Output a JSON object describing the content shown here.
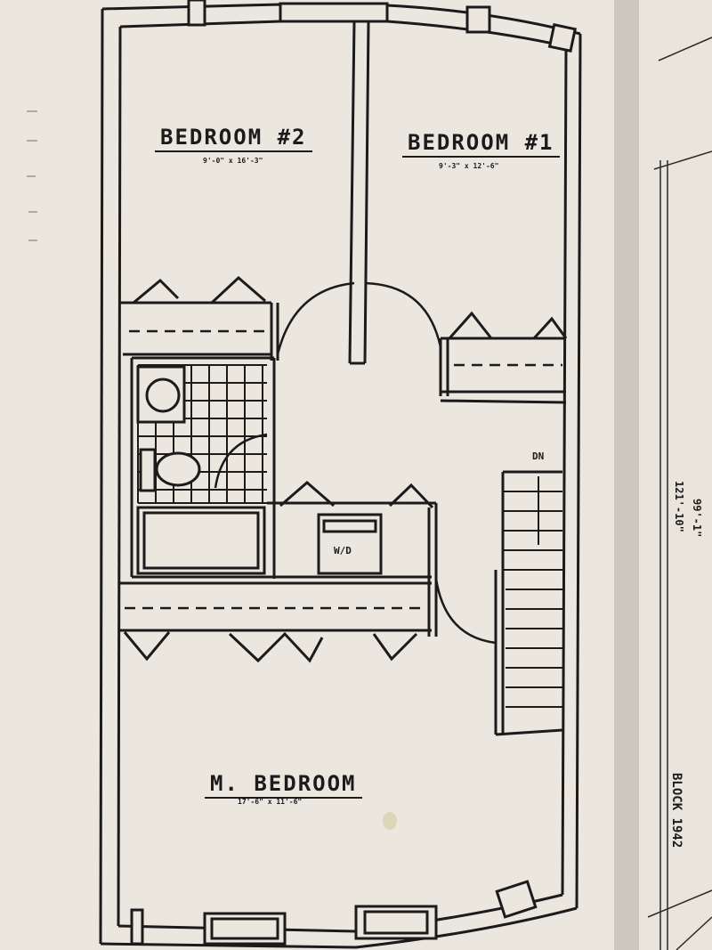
{
  "rooms": {
    "bedroom2": {
      "name": "BEDROOM #2",
      "dims": "9'-0\" x 16'-3\""
    },
    "bedroom1": {
      "name": "BEDROOM #1",
      "dims": "9'-3\" x 12'-6\""
    },
    "master": {
      "name": "M. BEDROOM",
      "dims": "17'-6\" x 11'-6\""
    }
  },
  "labels": {
    "washer_dryer": "W/D",
    "stair_down": "DN",
    "block": "BLOCK 1942"
  },
  "adjacent_page": {
    "dimension_a": "99'-1\"",
    "dimension_b": "121'-10\""
  },
  "colors": {
    "paper": "#ece8e0",
    "ink": "#1b1b1b",
    "page_gutter": "#cfc9bf"
  }
}
